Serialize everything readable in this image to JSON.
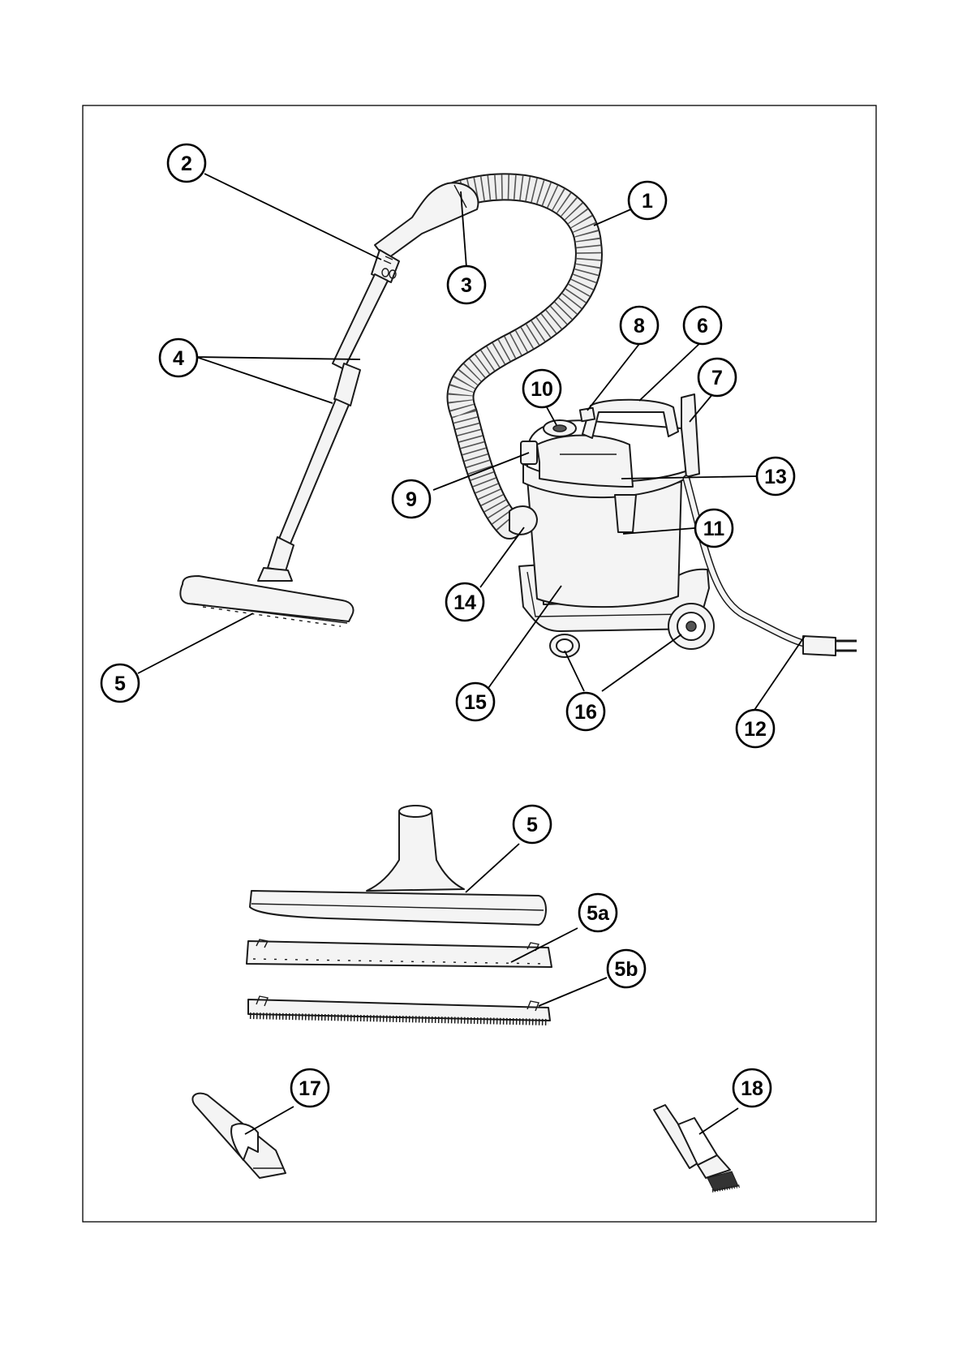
{
  "callouts": [
    {
      "id": "c1",
      "label": "1"
    },
    {
      "id": "c2",
      "label": "2"
    },
    {
      "id": "c3",
      "label": "3"
    },
    {
      "id": "c4",
      "label": "4"
    },
    {
      "id": "c5",
      "label": "5"
    },
    {
      "id": "c6",
      "label": "6"
    },
    {
      "id": "c7",
      "label": "7"
    },
    {
      "id": "c8",
      "label": "8"
    },
    {
      "id": "c9",
      "label": "9"
    },
    {
      "id": "c10",
      "label": "10"
    },
    {
      "id": "c11",
      "label": "11"
    },
    {
      "id": "c12",
      "label": "12"
    },
    {
      "id": "c13",
      "label": "13"
    },
    {
      "id": "c14",
      "label": "14"
    },
    {
      "id": "c15",
      "label": "15"
    },
    {
      "id": "c16",
      "label": "16"
    },
    {
      "id": "c5-detail",
      "label": "5"
    },
    {
      "id": "c5a",
      "label": "5a"
    },
    {
      "id": "c5b",
      "label": "5b"
    },
    {
      "id": "c17",
      "label": "17"
    },
    {
      "id": "c18",
      "label": "18"
    }
  ]
}
